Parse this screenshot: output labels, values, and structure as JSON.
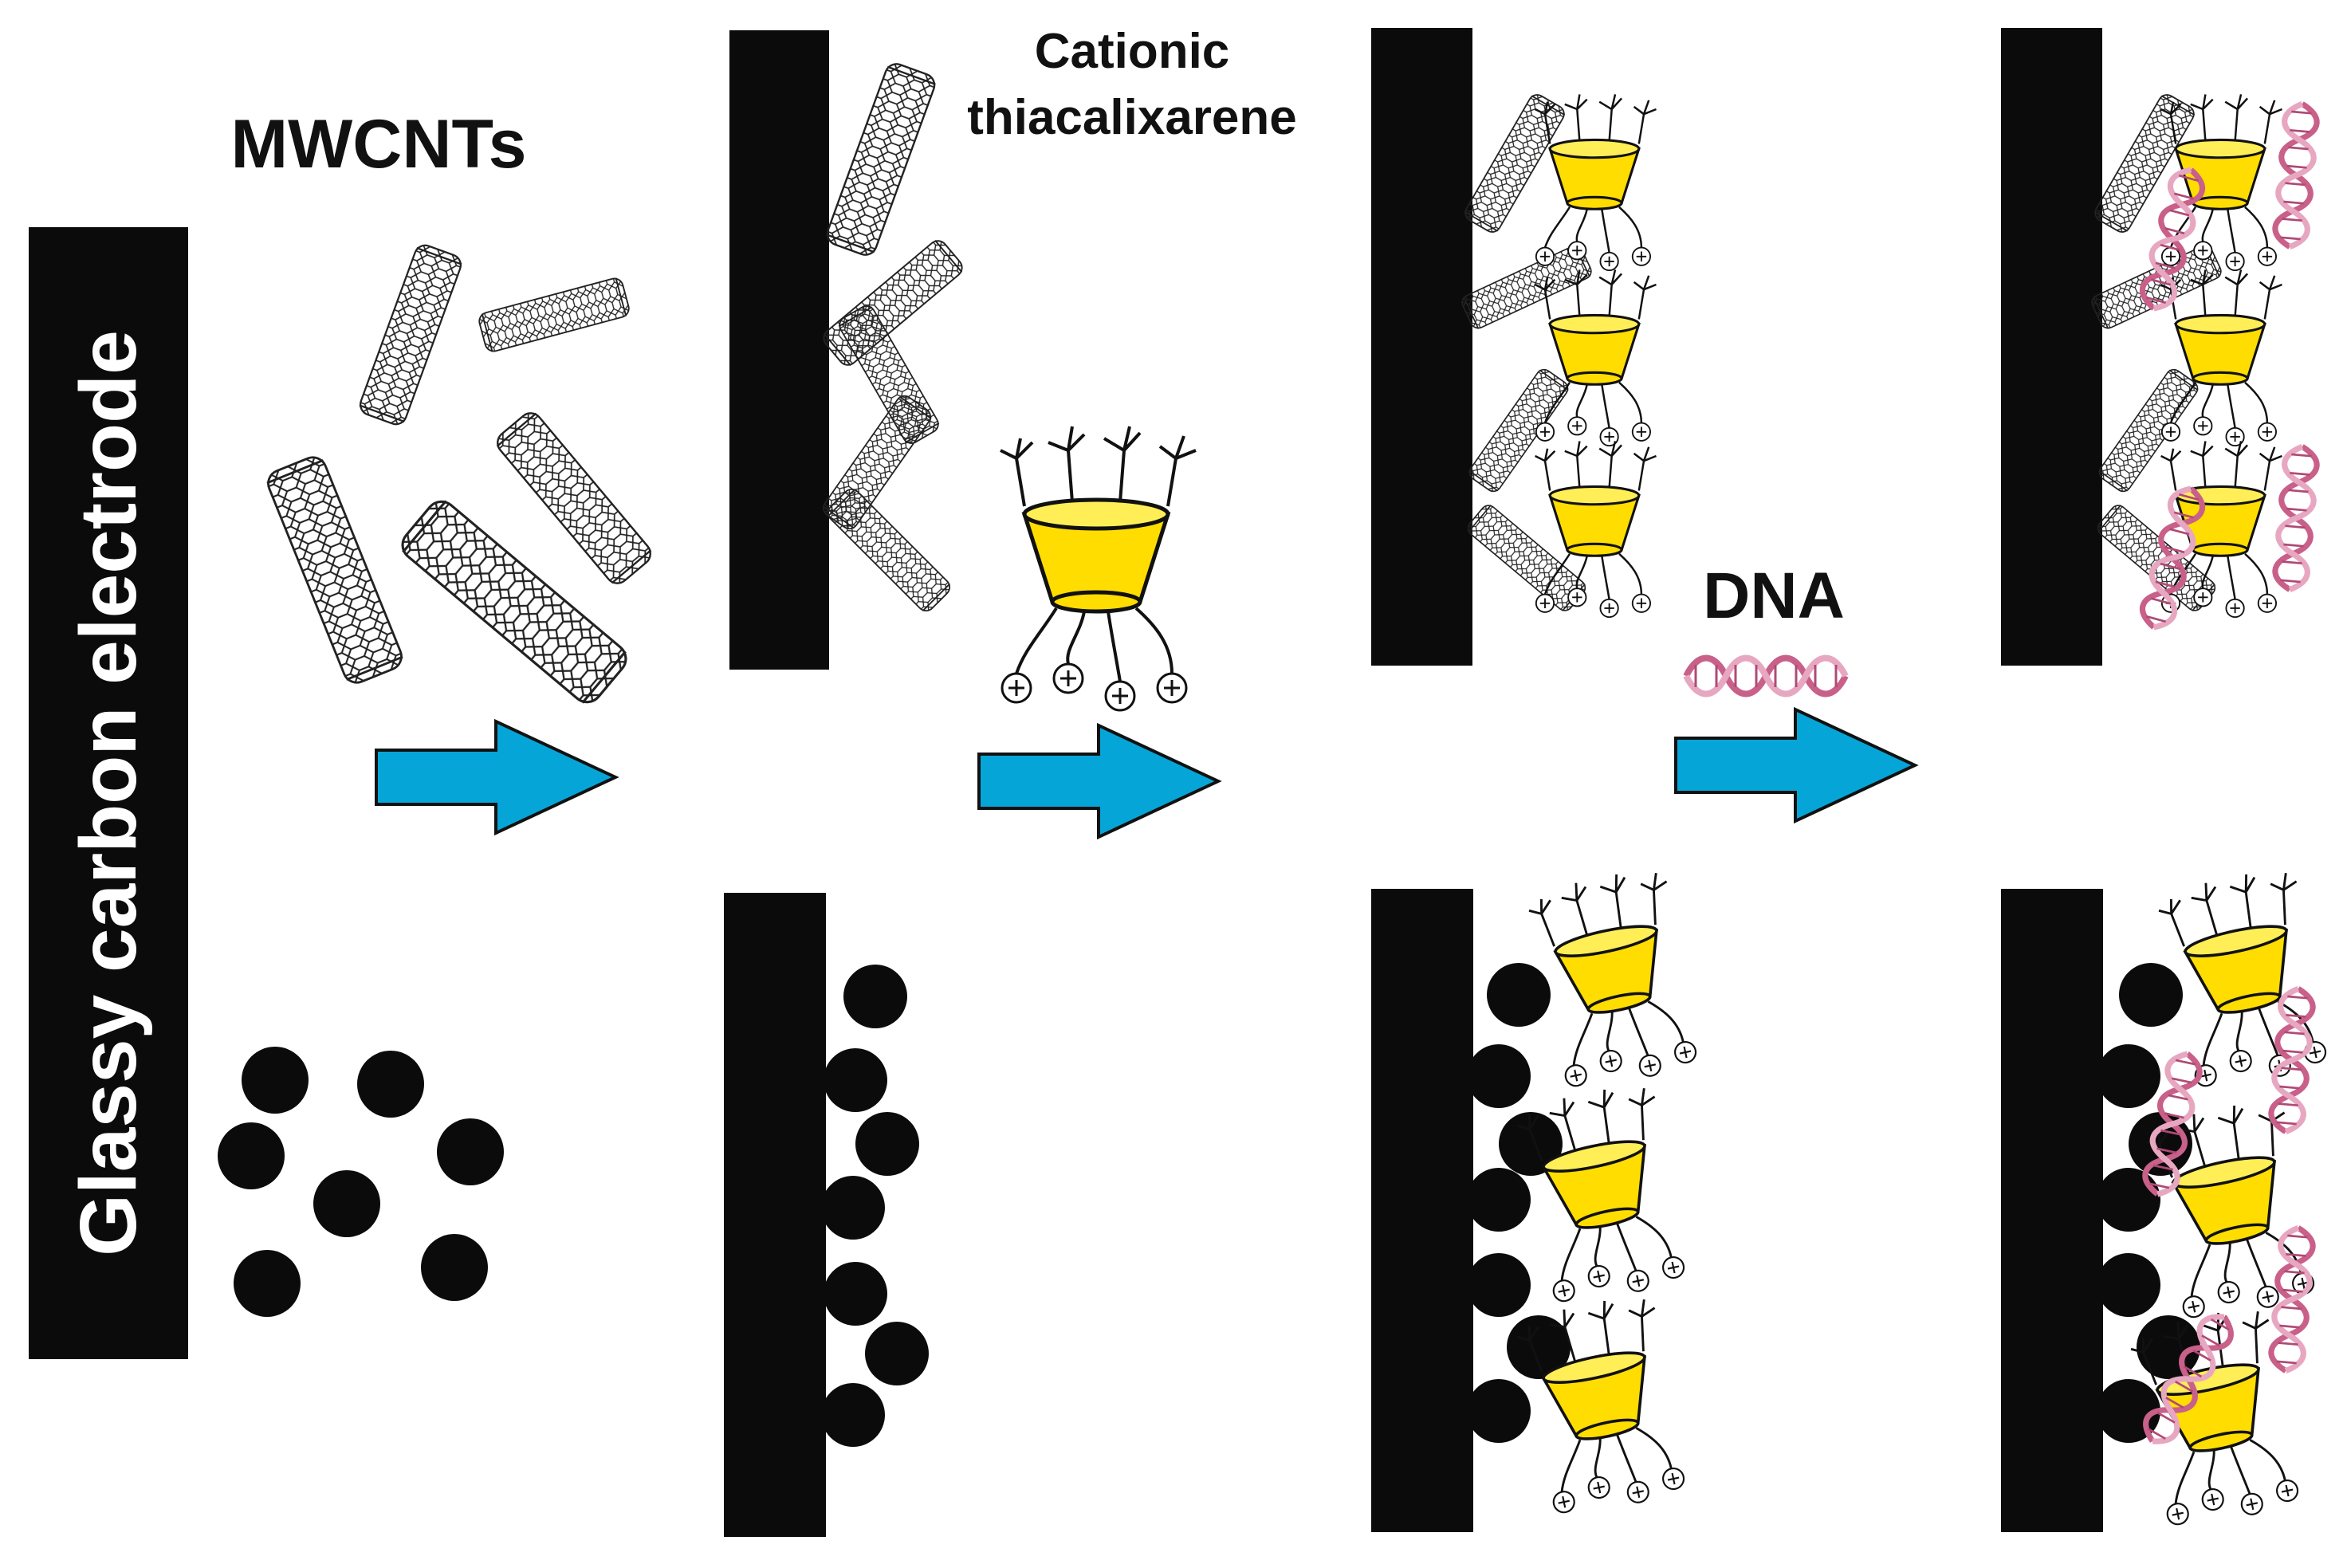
{
  "labels": {
    "electrode": "Glassy carbon electrode",
    "mwcnts": "MWCNTs",
    "cationic_line1": "Cationic",
    "cationic_line2": "thiacalixarene",
    "dna": "DNA",
    "charge_symbol": "+"
  },
  "colors": {
    "electrode": "#0b0b0b",
    "arrow": "#06a5d8",
    "calixarene": "#ffdd00",
    "dna": "#c9608a",
    "nanoparticle": "#0b0b0b"
  },
  "icons": [
    "nanotube-icon",
    "nanoparticle-icon",
    "calixarene-icon",
    "dna-helix-icon",
    "process-arrow-icon"
  ]
}
